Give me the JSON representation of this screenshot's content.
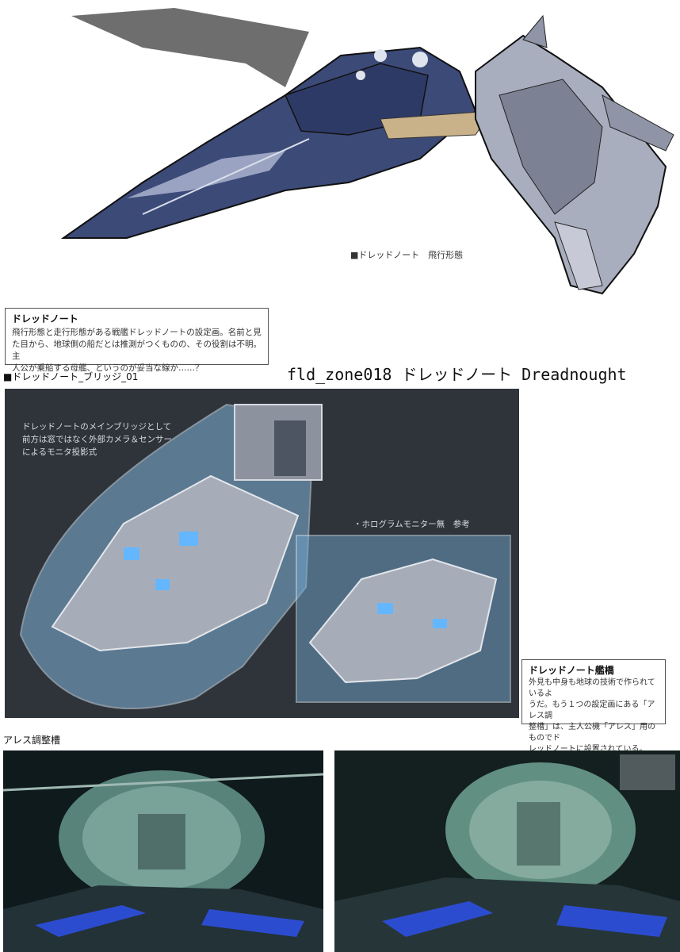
{
  "ship": {
    "caption": "■ドレッドノート　飛行形態"
  },
  "description_top": {
    "title": "ドレッドノート",
    "lines": [
      "飛行形態と走行形態がある戦艦ドレッドノートの設定画。名前と見",
      "た目から、地球側の船だとは推測がつくものの、その役割は不明。主",
      "人公が乗船する母艦、というのが妥当な線か……？"
    ]
  },
  "file_title": "fld_zone018 ドレッドノート Dreadnought",
  "bridge_section": {
    "header": "■ドレッドノート_ブリッジ_01",
    "note_lines": [
      "ドレッドノートのメインブリッジとして",
      "前方は窓ではなく外部カメラ＆センサー",
      "によるモニタ投影式"
    ],
    "holo_note": "・ホログラムモニター無　参考"
  },
  "description_bottom": {
    "title": "ドレッドノート艦橋",
    "lines": [
      "外見も中身も地球の技術で作られているよ",
      "うだ。もう１つの設定画にある「アレス調",
      "整槽」は、主人公機「アレス」用のものでド",
      "レッドノートに設置されている。"
    ]
  },
  "ares_section": {
    "header": "アレス調整槽"
  },
  "colors": {
    "ship_blue": "#3c4a78",
    "ship_grey": "#9a9fb0",
    "panel_dark": "#2f343a",
    "ares_green": "#5f8f86",
    "ares_blue": "#2c4cd0"
  }
}
